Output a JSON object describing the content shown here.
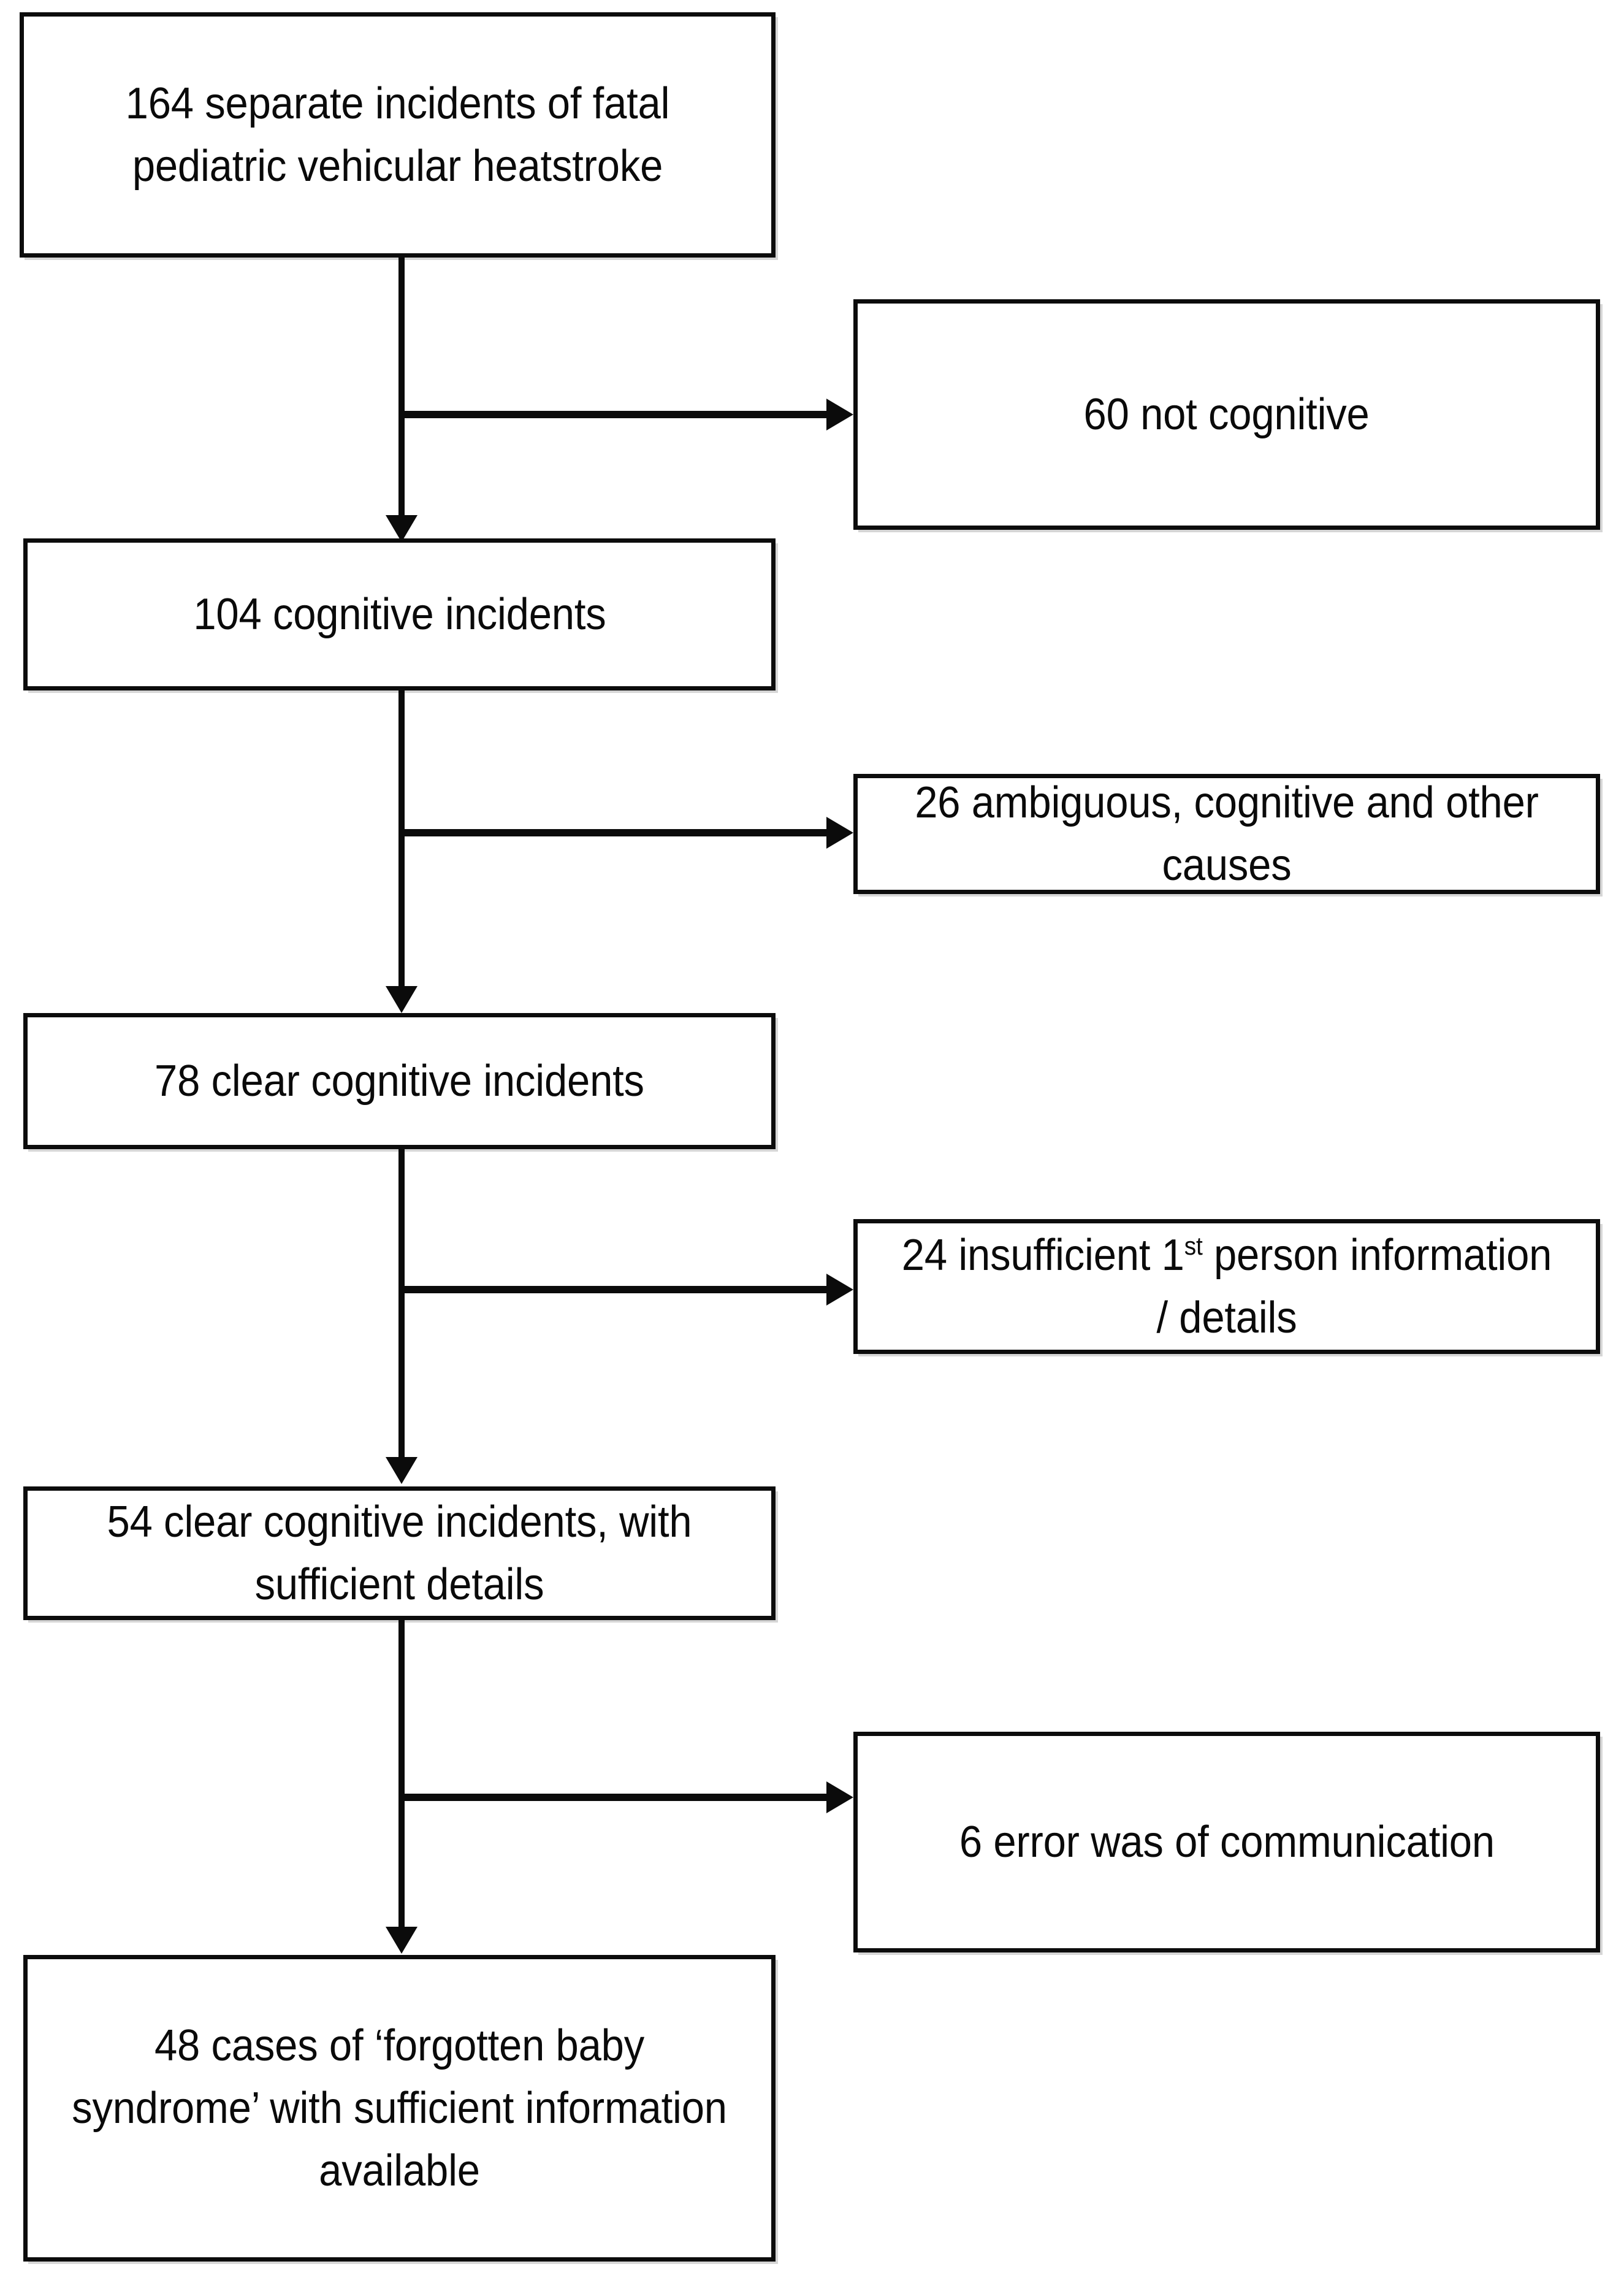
{
  "diagram": {
    "type": "flowchart",
    "title": "Pediatric vehicular heatstroke case selection flow",
    "orientation": "top-to-bottom with right-side exclusion branches",
    "colors": {
      "box_border": "#0c0c0c",
      "box_fill": "#ffffff",
      "connector": "#0b0b0b",
      "text": "#0a0a0a",
      "background": "#ffffff"
    },
    "main_nodes": [
      {
        "id": "n1",
        "count": 164,
        "label": "164 separate incidents of fatal pediatric vehicular heatstroke"
      },
      {
        "id": "n2",
        "count": 104,
        "label": "104 cognitive incidents"
      },
      {
        "id": "n3",
        "count": 78,
        "label": "78 clear cognitive incidents"
      },
      {
        "id": "n4",
        "count": 54,
        "label": "54 clear cognitive incidents, with sufficient details"
      },
      {
        "id": "n5",
        "count": 48,
        "label": "48 cases of ‘forgotten baby syndrome’ with sufficient information available"
      }
    ],
    "exclusion_nodes": [
      {
        "id": "e1",
        "count": 60,
        "label": "60 not cognitive",
        "from": "n1"
      },
      {
        "id": "e2",
        "count": 26,
        "label": "26 ambiguous, cognitive and other causes",
        "from": "n2"
      },
      {
        "id": "e3",
        "count": 24,
        "label_prefix": "24 insufficient 1",
        "label_superscript": "st",
        "label_suffix": " person information / details",
        "label": "24 insufficient 1st person information / details",
        "from": "n3"
      },
      {
        "id": "e4",
        "count": 6,
        "label": "6 error was of communication",
        "from": "n4"
      }
    ],
    "connectors": [
      {
        "id": "c1",
        "kind": "vertical-arrow",
        "from": "n1",
        "to": "n2"
      },
      {
        "id": "c2",
        "kind": "branch-arrow",
        "from": "n1",
        "to": "e1"
      },
      {
        "id": "c3",
        "kind": "vertical-arrow",
        "from": "n2",
        "to": "n3"
      },
      {
        "id": "c4",
        "kind": "branch-arrow",
        "from": "n2",
        "to": "e2"
      },
      {
        "id": "c5",
        "kind": "vertical-arrow",
        "from": "n3",
        "to": "n4"
      },
      {
        "id": "c6",
        "kind": "branch-arrow",
        "from": "n3",
        "to": "e3"
      },
      {
        "id": "c7",
        "kind": "vertical-arrow",
        "from": "n4",
        "to": "n5"
      },
      {
        "id": "c8",
        "kind": "branch-arrow",
        "from": "n4",
        "to": "e4"
      }
    ]
  }
}
